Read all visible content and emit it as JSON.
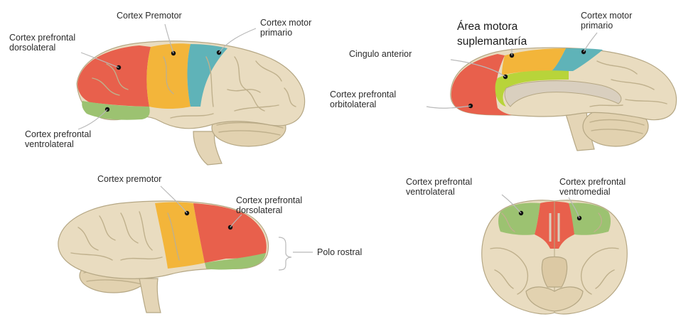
{
  "colors": {
    "background": "#ffffff",
    "brain_tissue": "#e9dcc0",
    "prefrontal_red": "#e8604c",
    "premotor_yellow": "#f3b53a",
    "motor_teal": "#5fb3b8",
    "ventro_green": "#9cc271",
    "cingulate_lime": "#b8d43a",
    "leader_line": "#b9b9b9"
  },
  "panels": {
    "lateral_left": {
      "name": "lateral-view-left-hemisphere",
      "labels": {
        "premotor": "Cortex Premotor",
        "motor_line1": "Cortex motor",
        "motor_line2": "primario",
        "dlpfc_line1": "Cortex prefrontal",
        "dlpfc_line2": "dorsolateral",
        "vlpfc_line1": "Cortex prefrontal",
        "vlpfc_line2": "ventrolateral"
      }
    },
    "medial": {
      "name": "medial-view",
      "labels": {
        "sma_line1": "Área motora",
        "sma_line2": "suplemantaría",
        "motor_line1": "Cortex motor",
        "motor_line2": "primario",
        "cingulate": "Cingulo anterior",
        "ofc_line1": "Cortex prefrontal",
        "ofc_line2": "orbitolateral"
      }
    },
    "lateral_right": {
      "name": "lateral-view-right-hemisphere",
      "labels": {
        "premotor": "Cortex premotor",
        "dlpfc_line1": "Cortex prefrontal",
        "dlpfc_line2": "dorsolateral",
        "rostral": "Polo rostral"
      }
    },
    "ventral": {
      "name": "ventral-view",
      "labels": {
        "vlpfc_line1": "Cortex prefrontal",
        "vlpfc_line2": "ventrolateral",
        "vmpfc_line1": "Cortex prefrontal",
        "vmpfc_line2": "ventromedial"
      }
    }
  }
}
